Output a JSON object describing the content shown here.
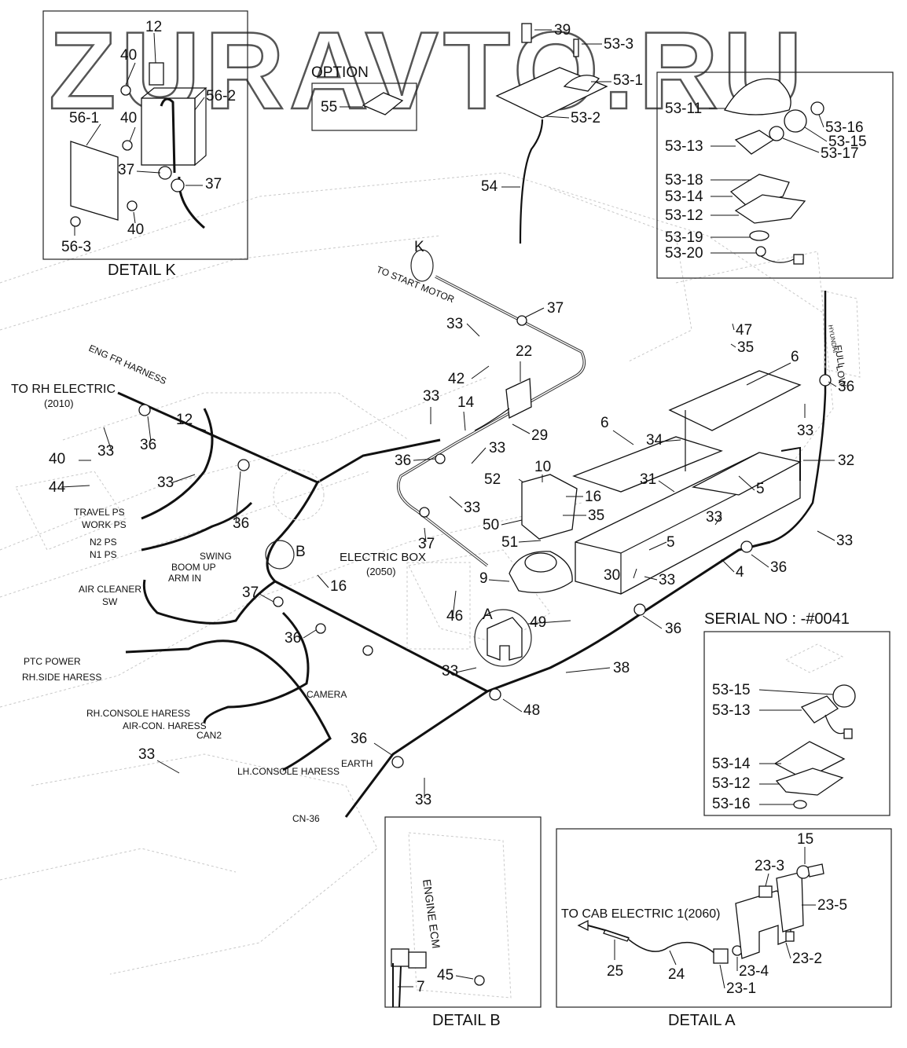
{
  "watermark": "ZURAVTO.RU",
  "details": {
    "k": "DETAIL K",
    "b": "DETAIL B",
    "a": "DETAIL A"
  },
  "option_label": "OPTION",
  "serial_label": "SERIAL NO : -#0041",
  "annotations": {
    "to_start_motor": "TO START MOTOR",
    "eng_fr_harness": "ENG FR HARNESS",
    "to_rh_electric": "TO RH ELECTRIC",
    "to_rh_electric_code": "(2010)",
    "electric_box": "ELECTRIC BOX",
    "electric_box_code": "(2050)",
    "travel_ps": "TRAVEL PS",
    "work_ps": "WORK PS",
    "n2_ps": "N2 PS",
    "n1_ps": "N1 PS",
    "swing": "SWING",
    "boom_up": "BOOM UP",
    "arm_in": "ARM IN",
    "air_cleaner": "AIR CLEANER",
    "sw": "SW",
    "ptc_power": "PTC POWER",
    "rh_side_harness": "RH.SIDE HARESS",
    "camera": "CAMERA",
    "rh_console_harness": "RH.CONSOLE HARESS",
    "aircon_harness": "AIR-CON. HARESS",
    "can2": "CAN2",
    "lh_console_harness": "LH.CONSOLE HARESS",
    "earth": "EARTH",
    "cn36": "CN-36",
    "engine_ecm": "ENGINE ECM",
    "to_cab_electric": "TO CAB ELECTRIC 1(2060)",
    "callout_k": "K",
    "callout_b": "B",
    "callout_a": "A",
    "gauge_full": "FULL",
    "gauge_low": "LOW",
    "gauge_brand": "HYUNDAI"
  },
  "part_numbers": {
    "detail_k": [
      "12",
      "40",
      "56-2",
      "56-1",
      "40",
      "37",
      "37",
      "40",
      "56-3"
    ],
    "option": [
      "55"
    ],
    "top": [
      "39",
      "53-3",
      "53-1",
      "53-2",
      "54"
    ],
    "top_right_box": [
      "53-11",
      "53-16",
      "53-15",
      "53-13",
      "53-17",
      "53-18",
      "53-14",
      "53-12",
      "53-19",
      "53-20"
    ],
    "main": [
      "37",
      "33",
      "22",
      "42",
      "33",
      "14",
      "29",
      "36",
      "33",
      "47",
      "35",
      "6",
      "36",
      "33",
      "6",
      "34",
      "32",
      "10",
      "52",
      "16",
      "35",
      "31",
      "5",
      "33",
      "33",
      "50",
      "51",
      "5",
      "33",
      "37",
      "30",
      "33",
      "4",
      "36",
      "9",
      "16",
      "46",
      "49",
      "36",
      "38",
      "33",
      "48",
      "36",
      "33",
      "33",
      "36",
      "12",
      "40",
      "33",
      "36",
      "44",
      "33",
      "36"
    ],
    "serial_box": [
      "53-15",
      "53-13",
      "53-14",
      "53-12",
      "53-16"
    ],
    "detail_b": [
      "7",
      "45"
    ],
    "detail_a": [
      "15",
      "23-3",
      "23-5",
      "23-2",
      "23-4",
      "23-1",
      "24",
      "25"
    ]
  }
}
